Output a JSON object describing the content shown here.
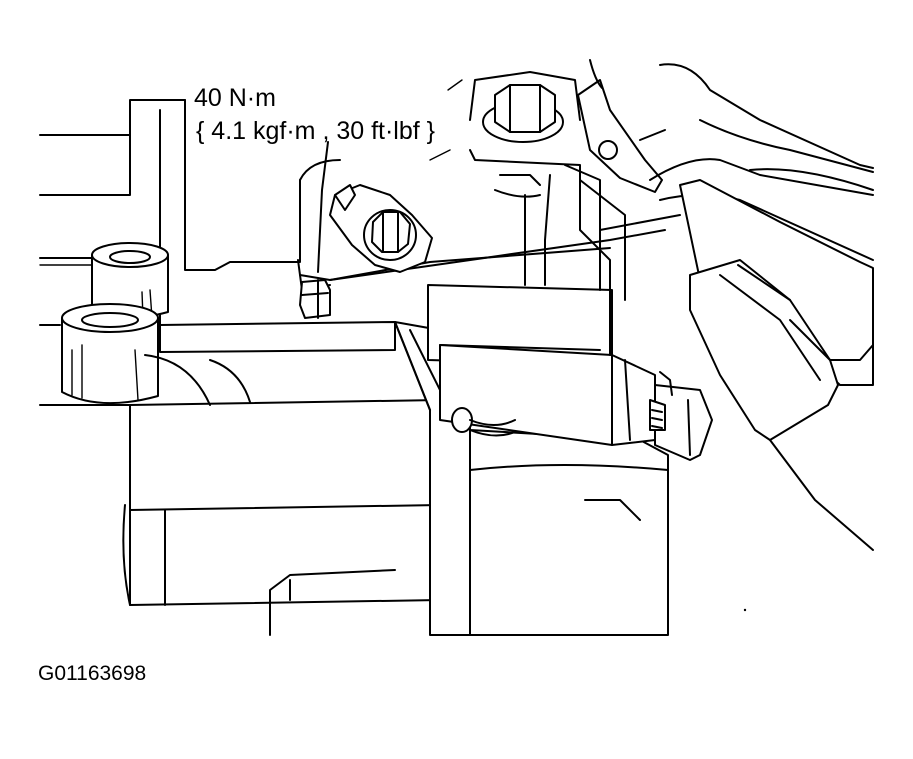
{
  "torque_callout": {
    "primary": "40 N·m",
    "secondary": "{ 4.1 kgf·m , 30 ft·lbf }"
  },
  "figure_id": "G01163698",
  "colors": {
    "ink": "#000000",
    "paper": "#ffffff"
  }
}
